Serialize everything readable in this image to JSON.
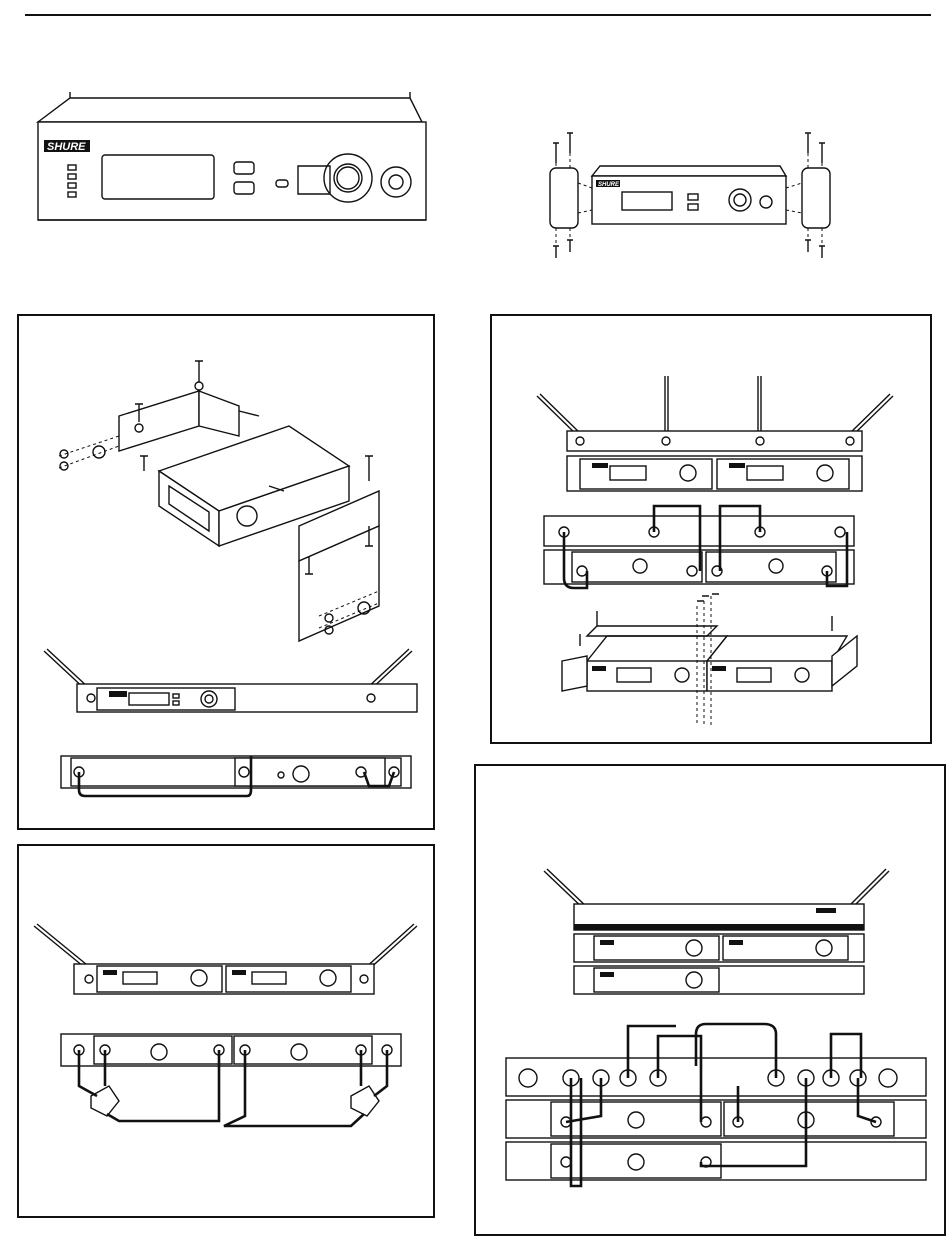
{
  "brand": {
    "logo_text": "SHURE"
  },
  "colors": {
    "line": "#111111",
    "background": "#ffffff"
  },
  "figures": [
    {
      "id": "receiver-front",
      "icon": "receiver-front-view-illustration"
    },
    {
      "id": "rack-ears-mounting",
      "icon": "rack-ear-bracket-illustration"
    },
    {
      "id": "single-rack-mount",
      "icon": "single-receiver-rack-mount-illustration"
    },
    {
      "id": "dual-side-by-side",
      "icon": "two-receiver-rack-mount-illustration"
    },
    {
      "id": "dual-splitter",
      "icon": "dual-receiver-antenna-splitter-illustration"
    },
    {
      "id": "multi-receiver-distribution",
      "icon": "antenna-distribution-system-illustration"
    }
  ]
}
